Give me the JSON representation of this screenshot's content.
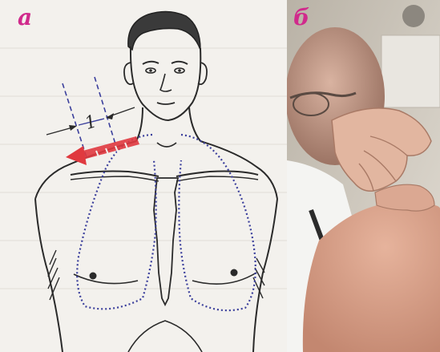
{
  "panels": {
    "a": {
      "label": "а"
    },
    "b": {
      "label": "б"
    }
  },
  "diagram": {
    "measure_label": "1"
  },
  "colors": {
    "label": "#d02a8c",
    "arrow": "#e0393f",
    "lung_outline": "#3b3f9c",
    "ink": "#2a2a2a",
    "skin": "#d9a48c",
    "coat": "#f4f4f2"
  }
}
